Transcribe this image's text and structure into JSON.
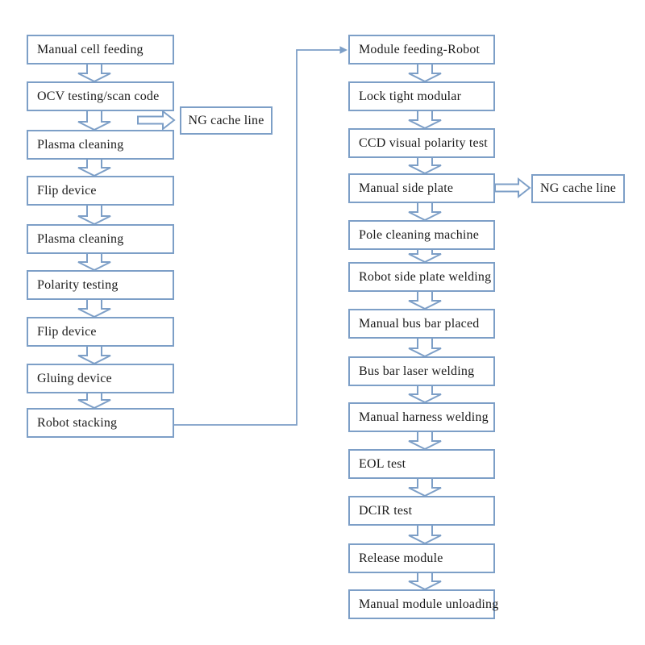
{
  "diagram": {
    "type": "flowchart",
    "colors": {
      "line": "#7d9fc7",
      "box_fill": "#ffffff",
      "text": "#1c1c1c",
      "background": "#ffffff"
    },
    "left_column": {
      "steps": [
        "Manual cell feeding",
        "OCV testing/scan code",
        "Plasma cleaning",
        "Flip device",
        "Plasma cleaning",
        "Polarity testing",
        "Flip device",
        "Gluing device",
        "Robot stacking"
      ],
      "ng_branch": {
        "from_step": "OCV testing/scan code",
        "label": "NG cache line"
      }
    },
    "right_column": {
      "steps": [
        "Module feeding-Robot",
        "Lock tight modular",
        "CCD visual polarity test",
        "Manual side plate",
        "Pole cleaning machine",
        "Robot side plate welding",
        "Manual bus bar placed",
        "Bus bar laser welding",
        "Manual harness welding",
        "EOL test",
        "DCIR test",
        "Release module",
        "Manual module unloading"
      ],
      "ng_branch": {
        "from_step": "Manual side plate",
        "label": "NG cache line"
      }
    },
    "connector": {
      "from": "Robot stacking",
      "to": "Module feeding-Robot"
    }
  }
}
